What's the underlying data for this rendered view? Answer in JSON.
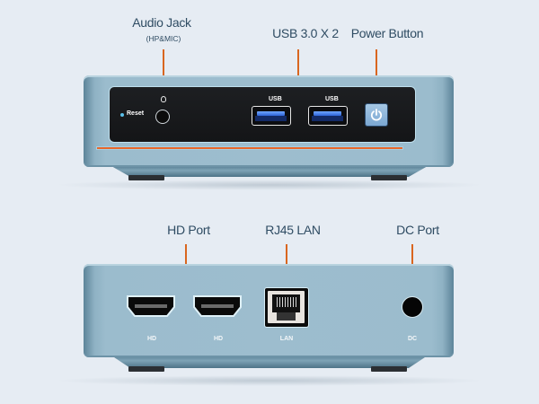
{
  "front_view": {
    "callouts": {
      "audio_jack": {
        "title": "Audio Jack",
        "subtitle": "(HP&MIC)"
      },
      "usb": {
        "title": "USB 3.0 X 2"
      },
      "power_button": {
        "title": "Power Button"
      }
    },
    "panel_labels": {
      "reset": "Reset",
      "usb_1": "USB",
      "usb_2": "USB"
    },
    "icons": [
      "mic-icon",
      "power-icon"
    ]
  },
  "rear_view": {
    "callouts": {
      "hd_port": {
        "title": "HD Port"
      },
      "rj45_lan": {
        "title": "RJ45 LAN"
      },
      "dc_port": {
        "title": "DC Port"
      }
    },
    "port_labels": {
      "hd_1": "HD",
      "hd_2": "HD",
      "lan": "LAN",
      "dc": "DC"
    }
  },
  "colors": {
    "background": "#e6ecf3",
    "callout_line": "#d9661f",
    "chassis": "#9dbdce",
    "label_text": "#2f4c63",
    "usb_accent": "#2f63d8",
    "power_button": "#7ba7d2"
  }
}
